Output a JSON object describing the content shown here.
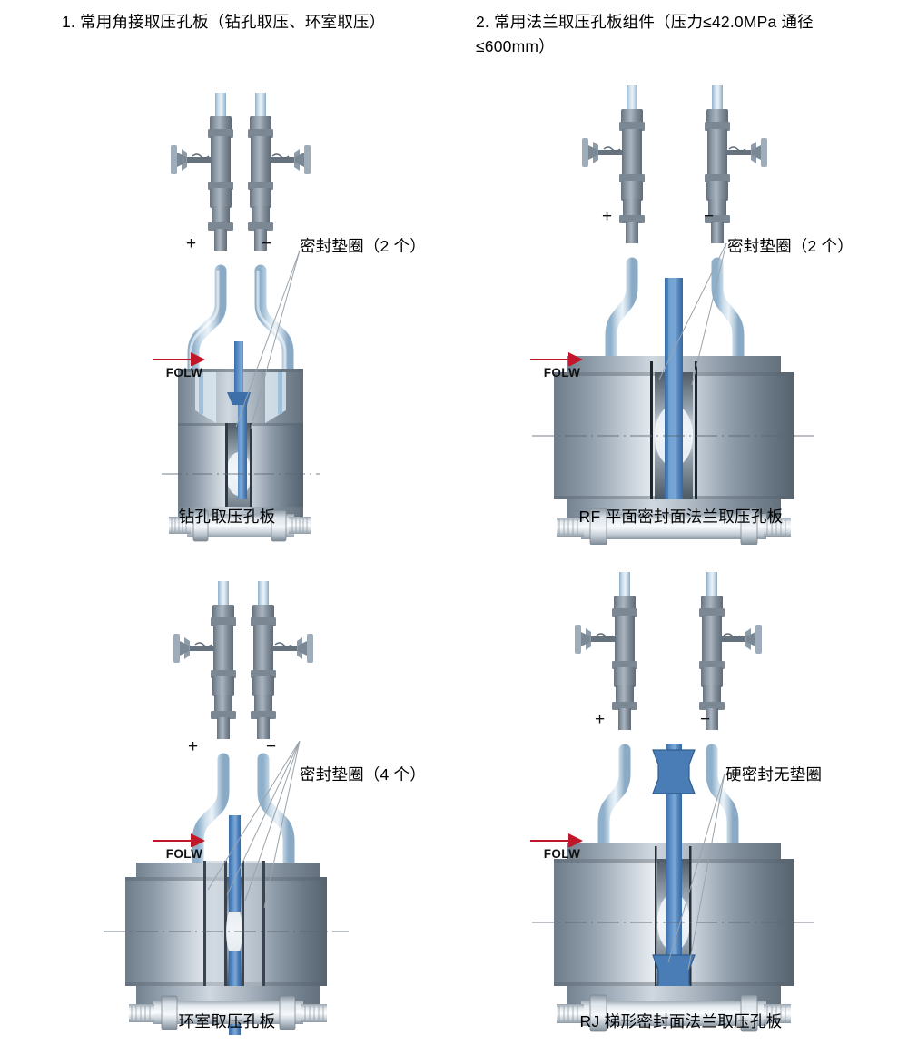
{
  "headings": {
    "item1": "1. 常用角接取压孔板（钻孔取压、环室取压）",
    "item2": "2. 常用法兰取压孔板组件（压力≤42.0MPa 通径\n≤600mm）"
  },
  "figures": [
    {
      "id": "top-left",
      "caption": "钻孔取压孔板",
      "callout": "密封垫圈（2 个）",
      "flow_label": "FOLW",
      "polarity_plus": "+",
      "polarity_minus": "−"
    },
    {
      "id": "top-right",
      "caption": "RF 平面密封面法兰取压孔板",
      "callout": "密封垫圈（2 个）",
      "flow_label": "FOLW",
      "polarity_plus": "+",
      "polarity_minus": "−"
    },
    {
      "id": "bottom-left",
      "caption": "环室取压孔板",
      "callout": "密封垫圈（4 个）",
      "flow_label": "FOLW",
      "polarity_plus": "+",
      "polarity_minus": "−"
    },
    {
      "id": "bottom-right",
      "caption": "RJ 梯形密封面法兰取压孔板",
      "callout": "硬密封无垫圈",
      "flow_label": "FOLW",
      "polarity_plus": "+",
      "polarity_minus": "−"
    }
  ],
  "colors": {
    "flow_arrow": "#c0172a",
    "orifice_plate": "#4a7fba",
    "steel_light": "#e8edf2",
    "steel_mid": "#9aa7b4",
    "steel_dark": "#4e5b69",
    "tube_blue": "#bcd3e6",
    "text": "#000000",
    "leader_line": "#9aa3ab",
    "background": "#ffffff"
  }
}
